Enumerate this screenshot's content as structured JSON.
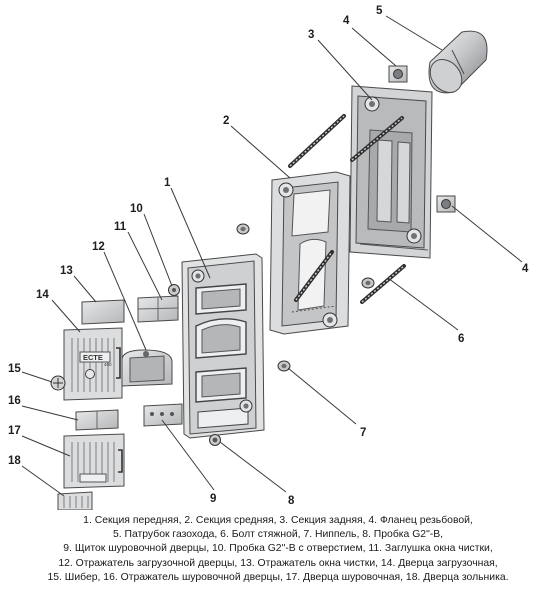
{
  "labels": [
    "1",
    "2",
    "3",
    "4",
    "5",
    "6",
    "7",
    "8",
    "9",
    "10",
    "11",
    "12",
    "13",
    "14",
    "15",
    "16",
    "17",
    "18"
  ],
  "door_badge": "ЕСТЕ",
  "door_badge_small": "400",
  "caption": [
    "1. Секция передняя,  2. Секция средняя,  3. Секция задняя,  4. Фланец резьбовой,",
    "5. Патрубок газохода,  6. Болт стяжной,  7. Ниппель,  8. Пробка G2\"-В,",
    "9. Щиток шуровочной дверцы,  10. Пробка G2\"-В с отверстием,  11. Заглушка окна чистки,",
    "12. Отражатель загрузочной дверцы,  13. Отражатель окна чистки,  14. Дверца загрузочная,",
    "15. Шибер,  16. Отражатель шуровочной дверцы,  17. Дверца шуровочная,  18. Дверца зольника."
  ],
  "colors": {
    "metal_light": "#d9dadb",
    "metal_mid": "#b9babc",
    "metal_dark": "#8e9093",
    "outline": "#4a4a4a"
  }
}
